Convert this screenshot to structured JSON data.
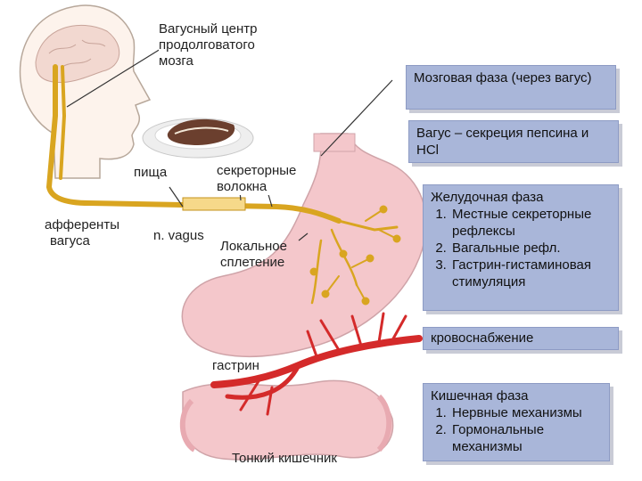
{
  "labels": {
    "vagus_center": [
      "Вагусный центр",
      "продолговатого",
      "мозга"
    ],
    "food": "пища",
    "secretory_fibers": [
      "секреторные",
      "волокна"
    ],
    "vagus_afferents": [
      "афференты",
      "вагуса"
    ],
    "n_vagus": "n. vagus",
    "local_plexus": [
      "Локальное",
      "сплетение"
    ],
    "gastrin": "гастрин",
    "small_intestine": "Тонкий кишечник"
  },
  "boxes": {
    "cephalic_phase": "Мозговая фаза (через вагус)",
    "vagus_secretion": "Вагус – секреция пепсина и HCl",
    "gastric_phase": {
      "title": "Желудочная фаза",
      "items": [
        "Местные секреторные рефлексы",
        "Вагальные рефл.",
        "Гастрин-гистаминовая стимуляция"
      ]
    },
    "blood_supply": "кровоснабжение",
    "intestinal_phase": {
      "title": "Кишечная фаза",
      "items": [
        "Нервные механизмы",
        "Гормональные механизмы"
      ]
    }
  },
  "colors": {
    "nerve": "#d9a520",
    "artery": "#d42a2a",
    "stomach": "#f4c7cb",
    "box": "#a9b6d9"
  }
}
